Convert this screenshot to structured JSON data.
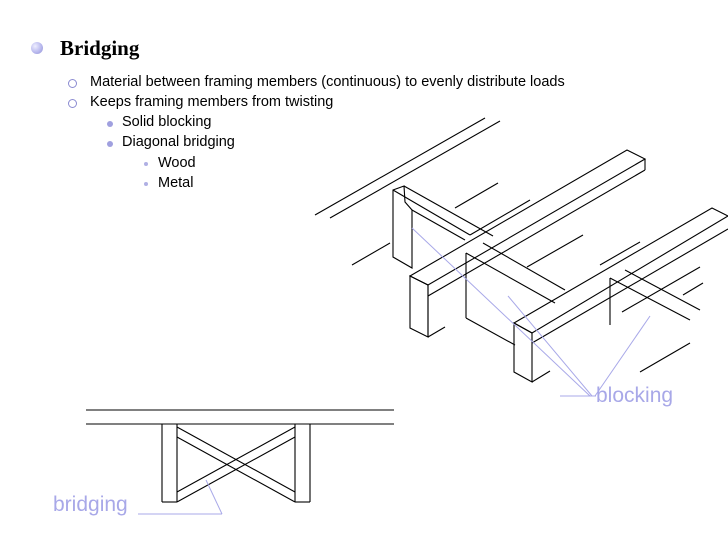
{
  "slide": {
    "title": "Bridging",
    "bullets": [
      "Material between framing members (continuous) to evenly distribute loads",
      "Keeps framing members from twisting"
    ],
    "sub_bullets": [
      "Solid blocking",
      "Diagonal bridging"
    ],
    "sub_sub_bullets": [
      "Wood",
      "Metal"
    ]
  },
  "labels": {
    "blocking": "blocking",
    "bridging": "bridging"
  },
  "colors": {
    "accent": "#a8a8e8",
    "bullet": "#8b8bd1"
  }
}
